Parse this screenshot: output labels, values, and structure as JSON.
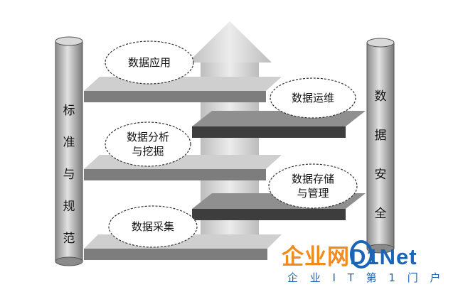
{
  "left_pillar": {
    "chars": [
      "标",
      "准",
      "与",
      "规",
      "范"
    ]
  },
  "right_pillar": {
    "chars": [
      "数",
      "据",
      "安",
      "全"
    ]
  },
  "steps": {
    "s1": "数据应用",
    "s2": "数据运维",
    "s3": [
      "数据分析",
      "与挖掘"
    ],
    "s4": [
      "数据存储",
      "与管理"
    ],
    "s5": "数据采集"
  },
  "watermark": {
    "main_a": "企业网",
    "main_b": "D1Net",
    "sub": "企 业 I T 第 1 门 户",
    "colors": {
      "orange": "#f08c1e",
      "blue": "#1b64b6"
    }
  }
}
